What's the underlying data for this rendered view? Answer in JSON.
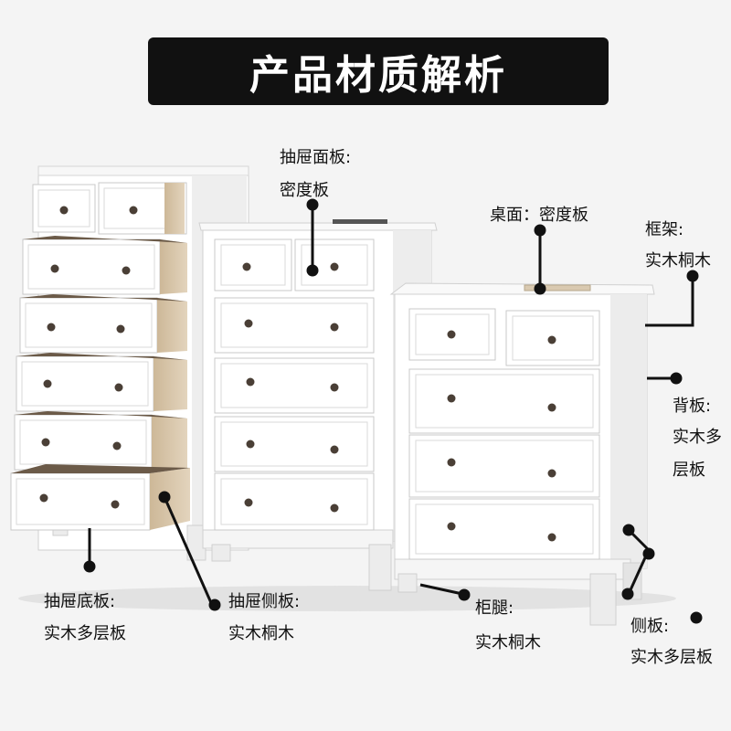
{
  "title": "产品材质解析",
  "colors": {
    "title_bg": "#111111",
    "title_text": "#ffffff",
    "furniture": "#ffffff",
    "drawer_side_wood": "#d8c7ad",
    "knob": "#4a3f36",
    "leader": "#111111"
  },
  "labels": {
    "drawer_front": {
      "name": "抽屉面板:",
      "material": "密度板"
    },
    "top": {
      "text": "桌面：密度板"
    },
    "frame": {
      "name": "框架:",
      "material": "实木桐木"
    },
    "back": {
      "line1": "背板:",
      "line2": "实木多",
      "line3": "层板"
    },
    "drawer_bottom": {
      "name": "抽屉底板:",
      "material": "实木多层板"
    },
    "drawer_side": {
      "name": "抽屉侧板:",
      "material": "实木桐木"
    },
    "leg": {
      "name": "柜腿:",
      "material": "实木桐木"
    },
    "side": {
      "name": "侧板:",
      "material": "实木多层板"
    }
  }
}
